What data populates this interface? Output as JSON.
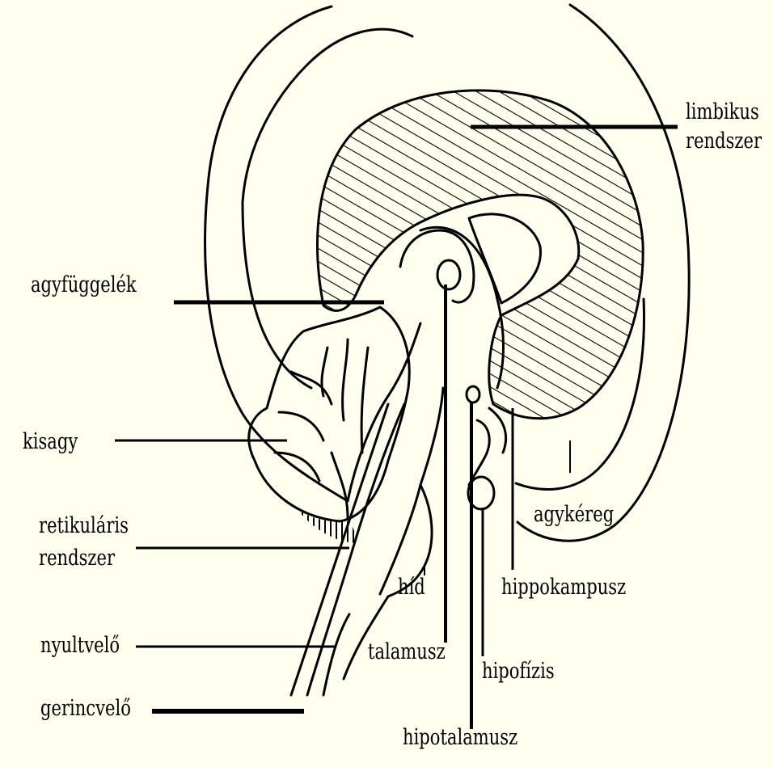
{
  "labels": {
    "limbikus_line1": "limbikus",
    "limbikus_line2": "rendszer",
    "agyfuggelek": "agyfüggelék",
    "kisagy": "kisagy",
    "retikularis_line1": "retikuláris",
    "retikularis_line2": "rendszer",
    "nyultvelo": "nyultvelő",
    "gerincvelo": "gerincvelő",
    "hid": "híd",
    "talamusz": "talamusz",
    "hipotalamusz": "hipotalamusz",
    "hipofizis": "hipofízis",
    "hippokampusz": "hippokampusz",
    "agykereg": "agykéreg"
  },
  "colors": {
    "background": "#fffff0",
    "ink": "#000000"
  }
}
